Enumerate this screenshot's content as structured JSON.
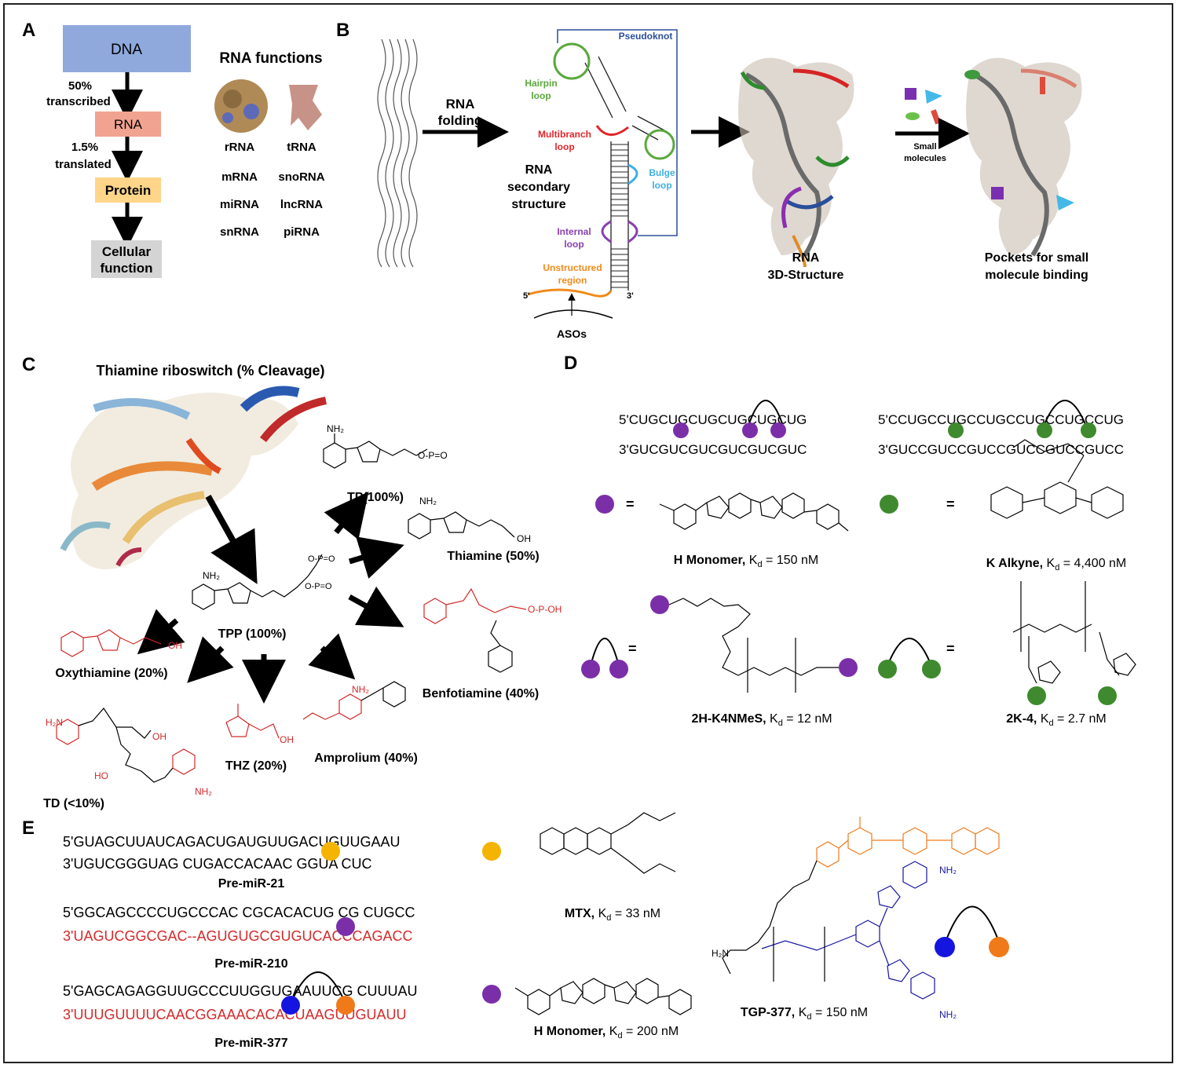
{
  "panels": {
    "A": {
      "letter": "A",
      "dna": "DNA",
      "rna": "RNA",
      "protein": "Protein",
      "cellular_1": "Cellular",
      "cellular_2": "function",
      "transcribed_pct": "50%",
      "transcribed": "transcribed",
      "translated_pct": "1.5%",
      "translated": "translated",
      "functions_title": "RNA functions",
      "rna_types": [
        "rRNA",
        "tRNA",
        "mRNA",
        "snoRNA",
        "miRNA",
        "lncRNA",
        "snRNA",
        "piRNA"
      ]
    },
    "B": {
      "letter": "B",
      "rna_folding_1": "RNA",
      "rna_folding_2": "folding",
      "pseudoknot": "Pseudoknot",
      "hairpin_1": "Hairpin",
      "hairpin_2": "loop",
      "multibranch_1": "Multibranch",
      "multibranch_2": "loop",
      "bulge_1": "Bulge",
      "bulge_2": "loop",
      "internal_1": "Internal",
      "internal_2": "loop",
      "unstructured_1": "Unstructured",
      "unstructured_2": "region",
      "secondary_1": "RNA",
      "secondary_2": "secondary",
      "secondary_3": "structure",
      "five_prime": "5'",
      "three_prime": "3'",
      "asos": "ASOs",
      "structure_3d_1": "RNA",
      "structure_3d_2": "3D-Structure",
      "small_1": "Small",
      "small_2": "molecules",
      "pockets_1": "Pockets for small",
      "pockets_2": "molecule binding",
      "colors": {
        "hairpin": "#5aa83c",
        "multibranch": "#e0262a",
        "bulge": "#3fb0e0",
        "internal": "#8a3fb0",
        "unstructured": "#f08a1c",
        "pseudoknot": "#2c4f9a"
      }
    },
    "C": {
      "letter": "C",
      "title": "Thiamine riboswitch  (% Cleavage)",
      "tp": "TP(100%)",
      "tpp": "TPP (100%)",
      "thiamine": "Thiamine (50%)",
      "oxythiamine": "Oxythiamine (20%)",
      "benfotiamine": "Benfotiamine (40%)",
      "thz": "THZ (20%)",
      "amprolium": "Amprolium (40%)",
      "td": "TD (<10%)"
    },
    "D": {
      "letter": "D",
      "h_seq_top": "5'CUGCUGCUGCUGCUGCUG",
      "h_seq_bot": "3'GUCGUCGUCGUCGUCGUC",
      "k_seq_top": "5'CCUGCCUGCCUGCCUGCCUGCCUG",
      "k_seq_bot": "3'GUCCGUCCGUCCGUCCGUCCGUCC",
      "eq": "=",
      "h_monomer": "H Monomer,",
      "h_monomer_kd": "K",
      "h_monomer_kd_sub": "d",
      "h_monomer_val": " = 150 nM",
      "k_alkyne": "K Alkyne,",
      "k_alkyne_val": " = 4,400 nM",
      "h2": "2H-K4NMeS,",
      "h2_val": " = 12 nM",
      "k2": "2K-4,",
      "k2_val": " = 2.7 nM"
    },
    "E": {
      "letter": "E",
      "mir21_top": "5'GUAGCUUAUCAGACUGAUGUUGACUGUUGAAU",
      "mir21_bot": "3'UGUCGGGUAG CUGACCACAAC GGUA CUC",
      "mir21": "Pre-miR-21",
      "mir210_top": "5'GGCAGCCCCUGCCCAC  CGCACACUG CG CUGCC",
      "mir210_bot": "3'UAGUCGGCGAC--AGUGUGCGUGUCACCCAGACC",
      "mir210": "Pre-miR-210",
      "mir377_top": "5'GAGCAGAGGUUGCCCUUGGUGAAUUCG CUUUAU",
      "mir377_bot": "3'UUUGUUUUCAACGGAAACACACUAAGUUGUAUU",
      "mir377": "Pre-miR-377",
      "mtx": "MTX,",
      "mtx_val": " = 33 nM",
      "h_monomer": "H Monomer,",
      "h_monomer_val": " = 200 nM",
      "tgp": "TGP-377,",
      "tgp_val": " = 150 nM"
    }
  },
  "dot_colors": {
    "purple": "#7a2fa8",
    "green": "#3f8a2e",
    "yellow": "#f4b400",
    "blue": "#1515e0",
    "orange": "#f07a1a"
  }
}
